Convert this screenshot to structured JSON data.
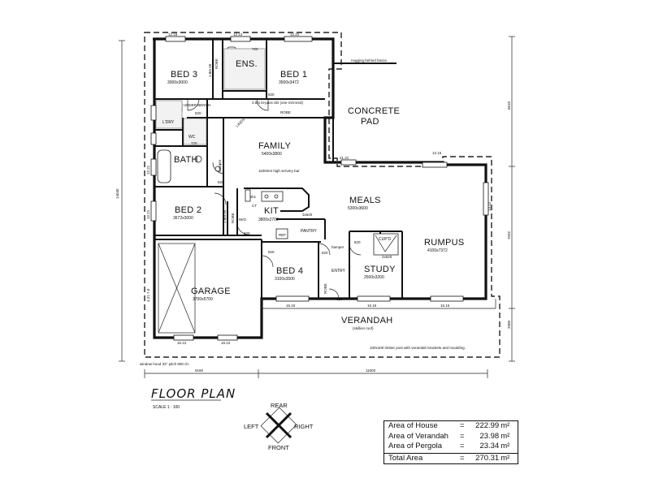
{
  "title": "FLOOR PLAN",
  "scale": "SCALE 1 : 100",
  "rooms": {
    "bed3": {
      "name": "BED 3",
      "size": "3000x3000"
    },
    "bed1": {
      "name": "BED 1",
      "size": "3500x3472"
    },
    "ens": {
      "name": "ENS."
    },
    "concrete_pad": {
      "line1": "CONCRETE",
      "line2": "PAD"
    },
    "family": {
      "name": "FAMILY",
      "size": "5400x3800"
    },
    "bath": {
      "name": "BATH"
    },
    "ldry": {
      "name": "L'DRY"
    },
    "wc": {
      "name": "WC"
    },
    "linen": {
      "name": "LINEN"
    },
    "bed2": {
      "name": "BED 2",
      "size": "3672x3000"
    },
    "meals": {
      "name": "MEALS",
      "size": "5300x3600"
    },
    "kit": {
      "name": "KIT",
      "size": "3800x2700"
    },
    "pantry": {
      "name": "PANTRY"
    },
    "rumpus": {
      "name": "RUMPUS",
      "size": "4100x7372"
    },
    "bed4": {
      "name": "BED 4",
      "size": "3100x3500"
    },
    "study": {
      "name": "STUDY",
      "size": "2500x3200"
    },
    "entry": {
      "name": "ENTRY"
    },
    "garage": {
      "name": "GARAGE",
      "size": "3700x5700"
    },
    "verandah": {
      "name": "VERANDAH",
      "note": "(skillion roof)"
    },
    "cupd": {
      "name": "CUP'D"
    }
  },
  "labels": {
    "robe": "ROBE",
    "under_bench": "UNDER BENCH",
    "wo": "W/O",
    "ct": "CT",
    "ref": "REF",
    "hamper": "hamper",
    "sh": "shc",
    "d820": "820",
    "d720": "720",
    "robe_dim": "1.8m 50",
    "robe_bypass": "2.8m bi-pass SD (one mirrored)",
    "nogging": "nogging behind fascia",
    "counter": "1100mm high servery bar",
    "pantry_dim": "3x520",
    "cupd_dim": "2x620",
    "timber_post": "100x100 timber post with verandah brackets and moulding.",
    "window_hood": "window hood 33° pitch 900 ch."
  },
  "dims": {
    "w_12_15": "12.15",
    "w_12_12": "12.12",
    "w_12_21": "12.21",
    "w_12_15b": "12.15",
    "w_21_21": "21.21",
    "w_16_15": "16.15",
    "w_16_15b": "16.15",
    "w_16_15c": "16.15",
    "w_16_12": "16.12",
    "w_16_12b": "16.12",
    "bottom_left": "9160",
    "bottom_right": "11000",
    "left_total": "14040",
    "right_a": "6610",
    "right_b": "7032",
    "right_c": "2000",
    "side_4_21": "4.21 7.0",
    "side_12_21": "12.21",
    "side_21_21": "12.21",
    "side_13_12": "13.12"
  },
  "compass": {
    "rear": "REAR",
    "front": "FRONT",
    "left": "LEFT",
    "right": "RIGHT"
  },
  "areas": [
    {
      "label": "Area of House",
      "op": "=",
      "value": "222.99",
      "unit": "m²"
    },
    {
      "label": "Area of Verandah",
      "op": "=",
      "value": "23.98",
      "unit": "m²"
    },
    {
      "label": "Area of Pergola",
      "op": "=",
      "value": "23.34",
      "unit": "m²"
    },
    {
      "label": "Total Area",
      "op": "=",
      "value": "270.31",
      "unit": "m²"
    }
  ]
}
